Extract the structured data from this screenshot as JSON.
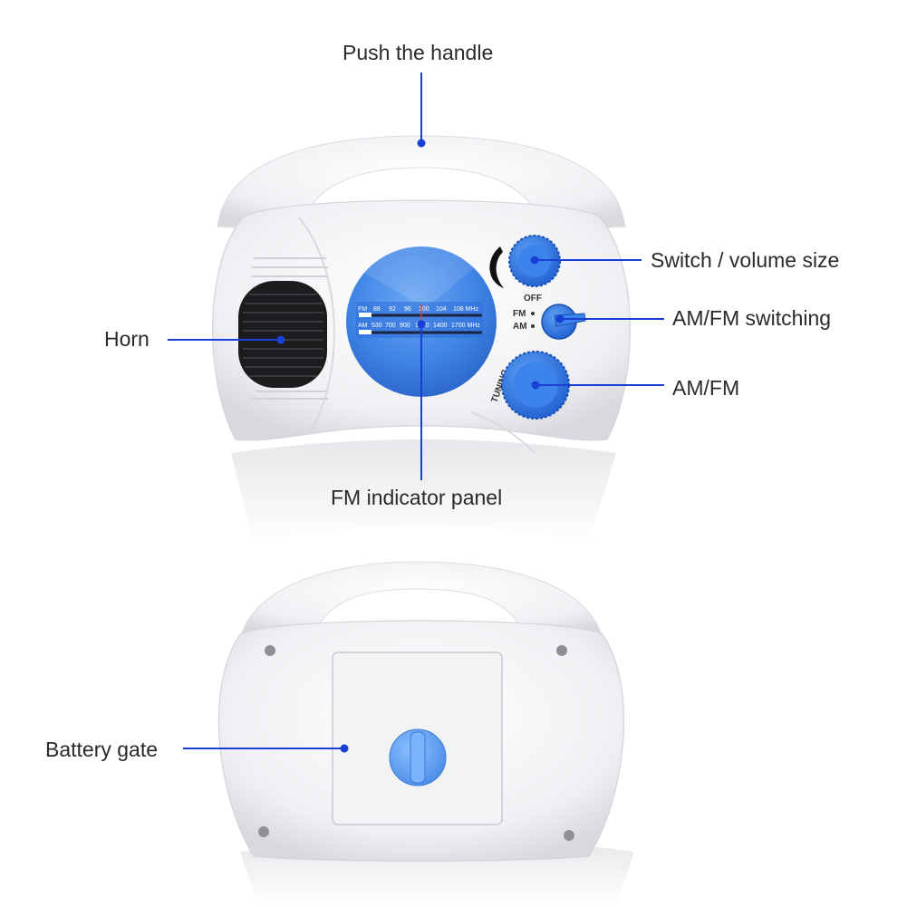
{
  "callouts": {
    "handle": "Push the handle",
    "switch_volume": "Switch / volume size",
    "am_fm_switching": "AM/FM switching",
    "am_fm": "AM/FM",
    "horn": "Horn",
    "fm_panel": "FM indicator panel",
    "battery_gate": "Battery gate"
  },
  "radio": {
    "off_label": "OFF",
    "fm_label": "FM",
    "am_label": "AM",
    "tuning_label": "TUNING",
    "fm_scale": [
      "FM",
      "88",
      "92",
      "96",
      "100",
      "104",
      "108 MHz"
    ],
    "am_scale": [
      "AM",
      "530",
      "700",
      "900",
      "1200",
      "1400",
      "1700 MHz"
    ]
  },
  "colors": {
    "leader": "#1a3fd6",
    "body": "#f4f5f7",
    "dial": "#3f84e6",
    "knob": "#2f7ae6",
    "latch": "#5b9ef0"
  }
}
